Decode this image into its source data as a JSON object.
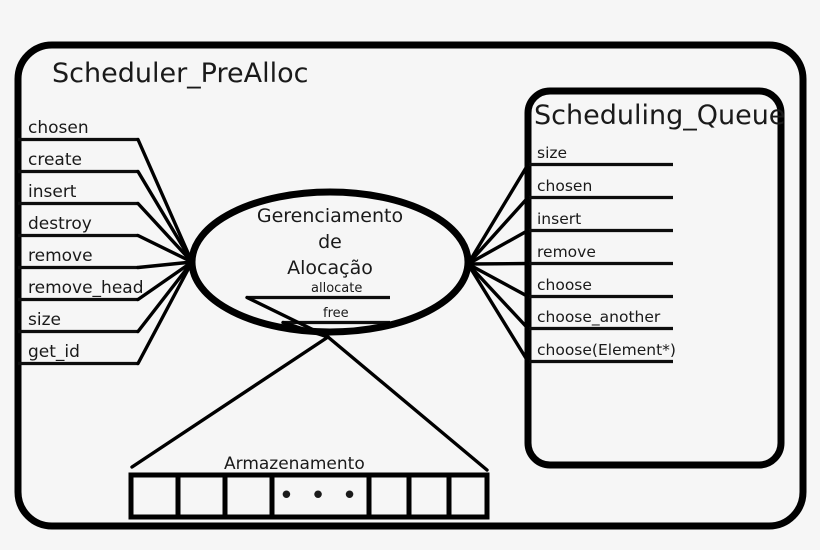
{
  "diagram": {
    "title": "Scheduler_PreAlloc architecture diagram",
    "outer_component": {
      "name": "Scheduler_PreAlloc",
      "label": "Scheduler_PreAlloc"
    },
    "provided_interfaces": [
      {
        "label": "chosen"
      },
      {
        "label": "create"
      },
      {
        "label": "insert"
      },
      {
        "label": "destroy"
      },
      {
        "label": "remove"
      },
      {
        "label": "remove_head"
      },
      {
        "label": "size"
      },
      {
        "label": "get_id"
      }
    ],
    "central_node": {
      "line1": "Gerenciamento",
      "line2": "de",
      "line3": "Alocação",
      "interfaces": [
        {
          "label": "allocate"
        },
        {
          "label": "free"
        }
      ]
    },
    "inner_component": {
      "name": "Scheduling_Queue",
      "label": "Scheduling_Queue",
      "interfaces": [
        {
          "label": "size"
        },
        {
          "label": "chosen"
        },
        {
          "label": "insert"
        },
        {
          "label": "remove"
        },
        {
          "label": "choose"
        },
        {
          "label": "choose_another"
        },
        {
          "label": "choose(Element*)"
        }
      ]
    },
    "storage": {
      "label": "Armazenamento",
      "ellipsis": "• • •",
      "cells": [
        {
          "kind": "slot"
        },
        {
          "kind": "slot"
        },
        {
          "kind": "slot"
        },
        {
          "kind": "ellipsis"
        },
        {
          "kind": "slot"
        },
        {
          "kind": "slot"
        },
        {
          "kind": "slot"
        }
      ]
    },
    "colors": {
      "background": "#f6f6f6",
      "stroke": "#000000",
      "text": "#1a1a1a"
    }
  }
}
